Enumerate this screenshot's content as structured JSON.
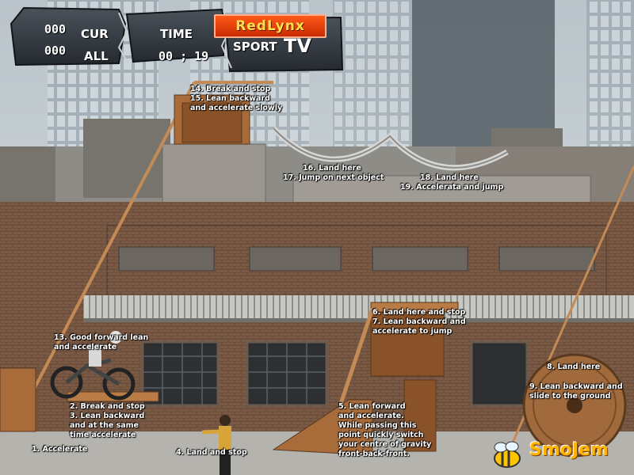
{
  "hud": {
    "current_score": "000",
    "current_label": "CUR",
    "all_score": "000",
    "all_label": "ALL",
    "time_label": "TIME",
    "time_value": "00 ; 19",
    "brand": "RedLynx",
    "sport": "SPORT",
    "tv": "TV"
  },
  "instructions": {
    "t1": "1. Accelerate",
    "t2": [
      "2. Break and stop",
      "3. Lean backward",
      "and at the same",
      "time accelerate"
    ],
    "t4": "4. Land and stop",
    "t5": [
      "5. Lean forward",
      "and accelerate.",
      "While passing this",
      "point quickly switch",
      "your centre of gravity",
      "front-back-front."
    ],
    "t6": [
      "6. Land here and stop",
      "7. Lean backward and",
      "accelerate to jump"
    ],
    "t8": "8. Land here",
    "t9": [
      "9. Lean backward and",
      "slide to the ground"
    ],
    "t13": [
      "13. Good forward lean",
      "and accelerate"
    ],
    "t14": [
      "14. Break and stop",
      "15. Lean backward",
      "and accelerate slowly"
    ],
    "t16": [
      "16. Land here",
      "17. Jump on next object"
    ],
    "t18": [
      "18. Land here",
      "19. Accelerata and jump"
    ]
  },
  "watermark": "SmoJem",
  "icons": {
    "logo": "bee-icon"
  },
  "colors": {
    "brand_red": "#e0400a",
    "watermark": "#ffb400",
    "sky": "#c7d0d6"
  }
}
